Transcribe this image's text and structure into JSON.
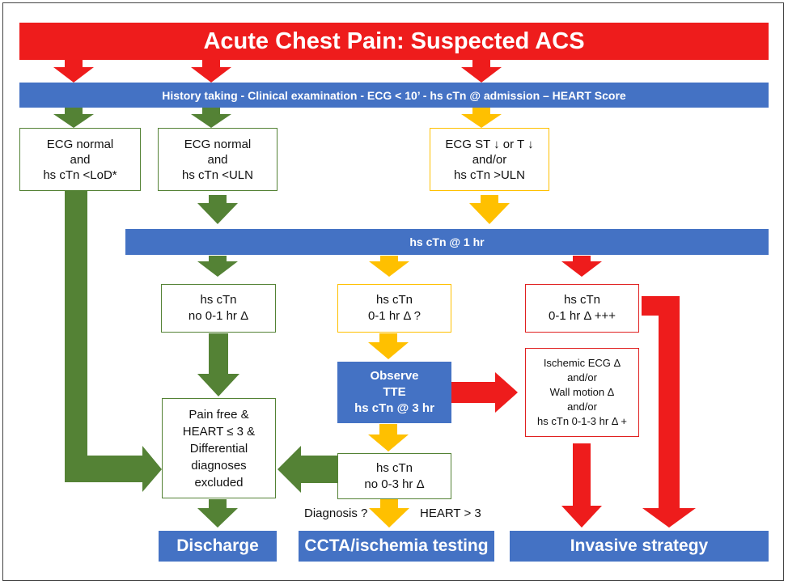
{
  "title": "Acute Chest Pain: Suspected ACS",
  "step1": "History taking - Clinical examination - ECG < 10’ - hs cTn @ admission – HEART Score",
  "box_lod": [
    "ECG normal",
    "and",
    "hs cTn <LoD*"
  ],
  "box_uln_normal": [
    "ECG normal",
    "and",
    "hs cTn <ULN"
  ],
  "box_st": [
    "ECG ST ↓ or T ↓",
    "and/or",
    "hs cTn >ULN"
  ],
  "step2": "hs cTn @ 1 hr",
  "box_no_delta": [
    "hs cTn",
    "no 0-1 hr Δ"
  ],
  "box_delta_q": [
    "hs cTn",
    "0-1 hr Δ ?"
  ],
  "box_delta_plus": [
    "hs cTn",
    "0-1 hr Δ +++"
  ],
  "box_observe": [
    "Observe",
    "TTE",
    "hs cTn @ 3 hr"
  ],
  "box_ischemic": [
    "Ischemic ECG Δ",
    "and/or",
    "Wall motion Δ",
    "and/or",
    "hs cTn 0-1-3 hr Δ +"
  ],
  "box_painfree": [
    "Pain free &",
    "HEART ≤ 3 &",
    "Differential",
    "diagnoses",
    "excluded"
  ],
  "box_no_3hr": [
    "hs cTn",
    "no 0-3 hr Δ"
  ],
  "label_diagnosis": "Diagnosis ?",
  "label_heart": "HEART > 3",
  "out_discharge": "Discharge",
  "out_ccta": "CCTA/ischemia testing",
  "out_invasive": "Invasive strategy",
  "colors": {
    "red": "#ee1c1c",
    "blue": "#4472c4",
    "green": "#548235",
    "yellow": "#ffc000"
  }
}
